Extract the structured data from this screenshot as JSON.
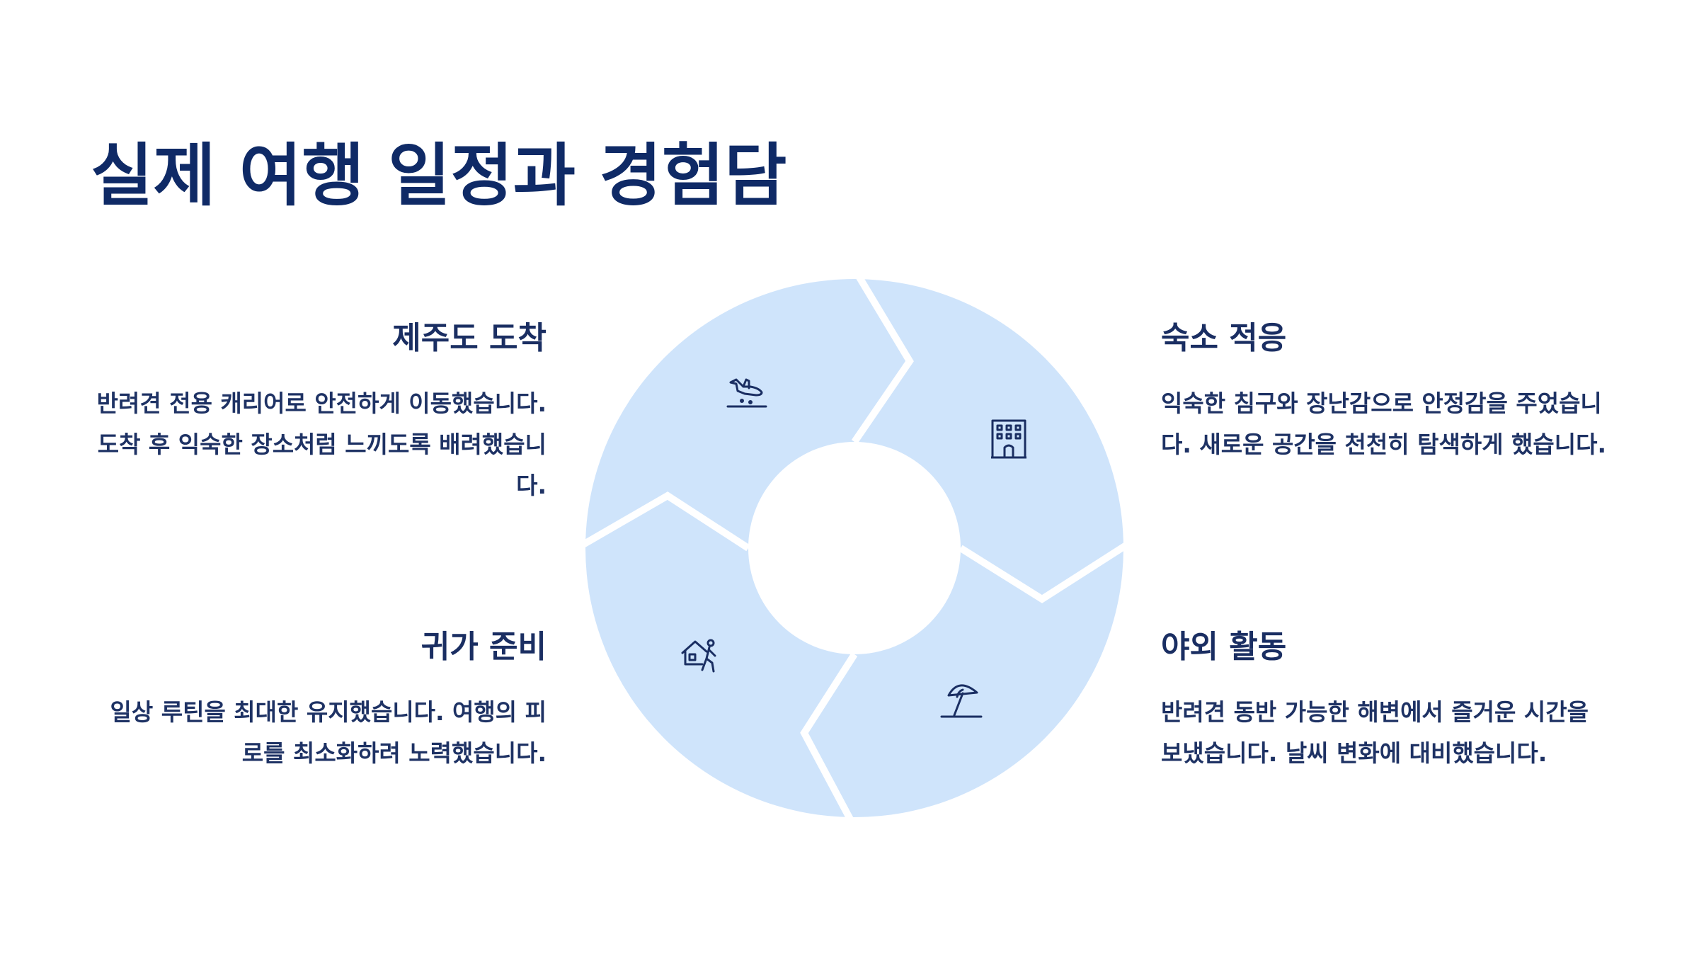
{
  "title": "실제 여행 일정과 경험담",
  "colors": {
    "segment": "#cfe4fb",
    "icon": "#1a2e62",
    "title": "#0f2a66"
  },
  "steps": [
    {
      "title": "제주도 도착",
      "text": "반려견 전용 캐리어로 안전하게 이동했습니다. 도착 후 익숙한 장소처럼 느끼도록 배려했습니다.",
      "icon": "airplane-landing-icon"
    },
    {
      "title": "숙소 적응",
      "text": "익숙한 침구와 장난감으로 안정감을 주었습니다. 새로운 공간을 천천히 탐색하게 했습니다.",
      "icon": "hotel-building-icon"
    },
    {
      "title": "야외 활동",
      "text": "반려견 동반 가능한 해변에서 즐거운 시간을 보냈습니다. 날씨 변화에 대비했습니다.",
      "icon": "beach-umbrella-icon"
    },
    {
      "title": "귀가 준비",
      "text": "일상 루틴을 최대한 유지했습니다. 여행의 피로를 최소화하려 노력했습니다.",
      "icon": "return-home-icon"
    }
  ]
}
